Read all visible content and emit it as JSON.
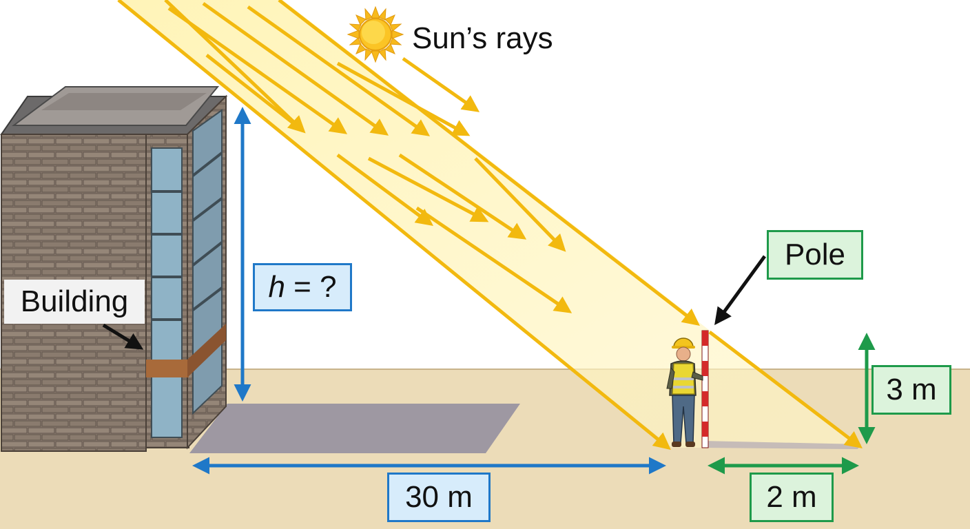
{
  "labels": {
    "sun_rays": "Sun’s rays",
    "building": "Building",
    "pole": "Pole",
    "building_height": "h = ?",
    "building_height_var": "h",
    "building_height_rest": " = ?",
    "building_shadow": "30 m",
    "pole_height": "3 m",
    "pole_shadow": "2 m"
  },
  "icons": [
    "sun-icon",
    "worker-icon"
  ],
  "colors": {
    "rays": "#f2b90f",
    "building_dimension": "#1f78c8",
    "pole_dimension": "#1e9a4a",
    "ground": "#ecdcb8",
    "shadow": "#9a93a0",
    "brick": "#8c7d70"
  }
}
